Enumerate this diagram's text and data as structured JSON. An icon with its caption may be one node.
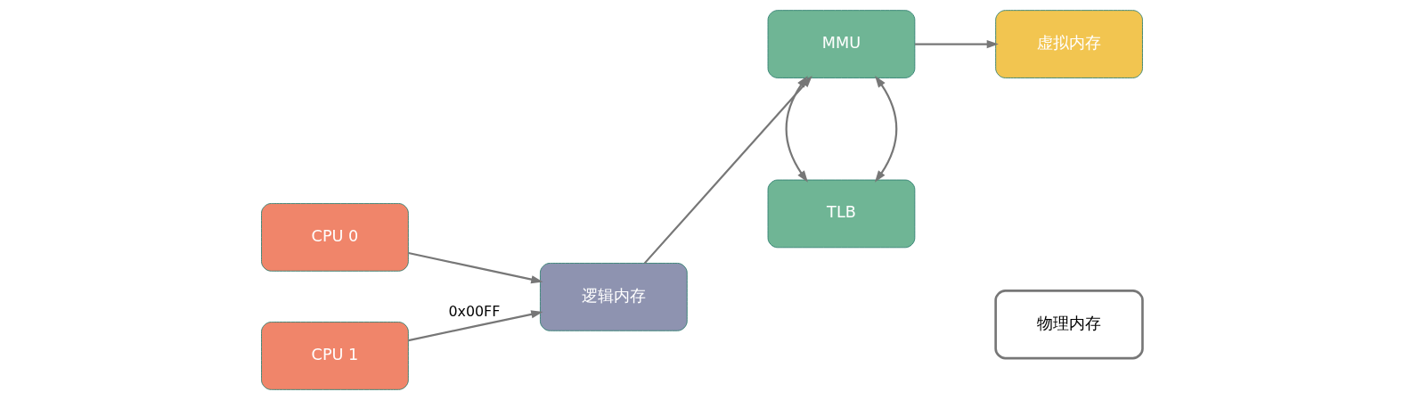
{
  "diagram": {
    "nodes": [
      {
        "text": [
          "CPU 0"
        ]
      },
      {
        "text": [
          "逻辑内存"
        ]
      },
      {
        "text": [
          "MMU"
        ]
      },
      {
        "text": [
          "物理内存"
        ]
      },
      {
        "text": [
          "CPU 1"
        ]
      },
      {
        "text": [
          "TLB"
        ]
      },
      {
        "text": [
          "虚拟内存"
        ]
      }
    ],
    "edges": [
      {
        "from": 0,
        "to": 1,
        "arrow": "to"
      },
      {
        "from": 4,
        "to": 1,
        "arrow": "to",
        "label": "0x00FF"
      },
      {
        "from": 1,
        "to": 2,
        "arrow": "to"
      },
      {
        "from": 2,
        "to": 5,
        "arrow": "both"
      },
      {
        "from": 2,
        "to": 5,
        "arrow": "both"
      },
      {
        "from": 2,
        "to": 6,
        "arrow": "to"
      }
    ]
  }
}
